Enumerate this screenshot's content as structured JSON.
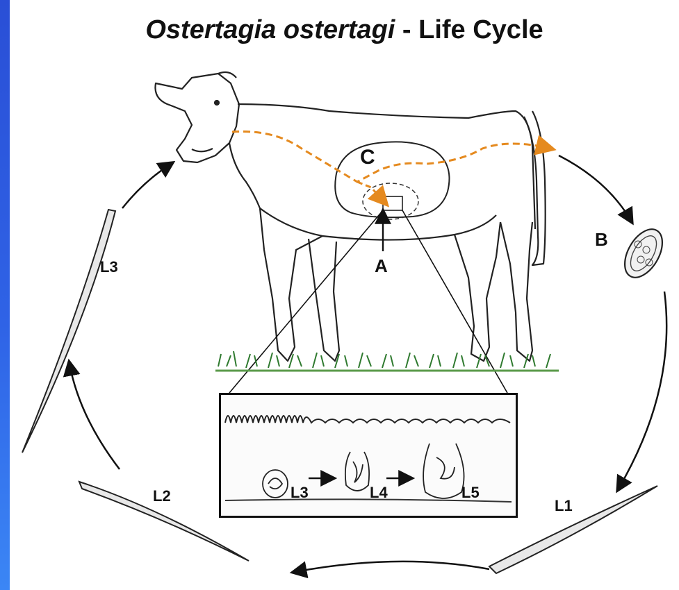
{
  "title": {
    "italic": "Ostertagia ostertagi",
    "rest": " - Life Cycle"
  },
  "labels": {
    "A": "A",
    "B": "B",
    "C": "C",
    "L1": "L1",
    "L2": "L2",
    "L3": "L3"
  },
  "inset": {
    "l3": "L3",
    "l4": "L4",
    "l5": "L5"
  },
  "colors": {
    "background": "#2f63e6",
    "path": "#e58a1f",
    "line": "#111111"
  }
}
